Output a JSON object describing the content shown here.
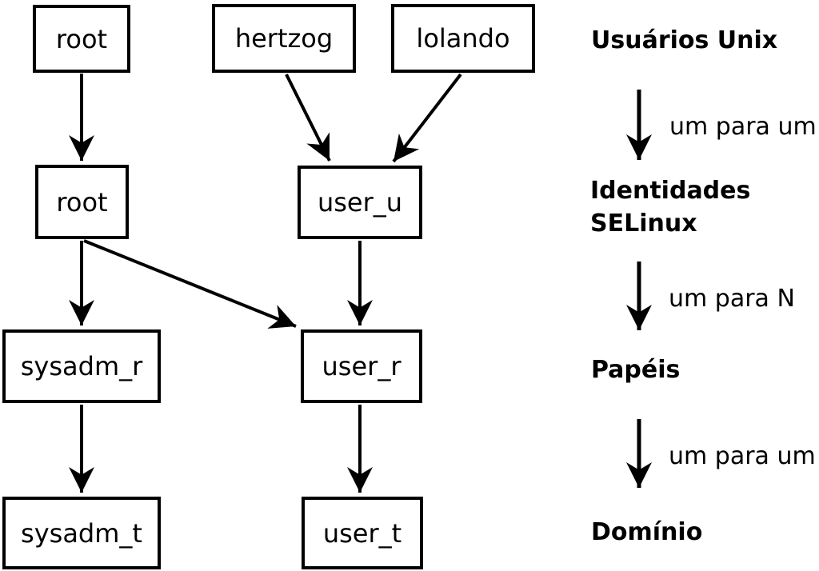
{
  "nodes": {
    "root_unix": "root",
    "hertzog": "hertzog",
    "lolando": "lolando",
    "root_selinux": "root",
    "user_u": "user_u",
    "sysadm_r": "sysadm_r",
    "user_r": "user_r",
    "sysadm_t": "sysadm_t",
    "user_t": "user_t"
  },
  "legend": {
    "unix_users": "Usuários Unix",
    "identities": "Identidades\nSELinux",
    "roles": "Papéis",
    "domain": "Domínio",
    "map_users_to_identities": "um para um",
    "map_identities_to_roles": "um para N",
    "map_roles_to_domain": "um para um"
  },
  "colors": {
    "stroke": "#000000",
    "background": "#ffffff"
  }
}
